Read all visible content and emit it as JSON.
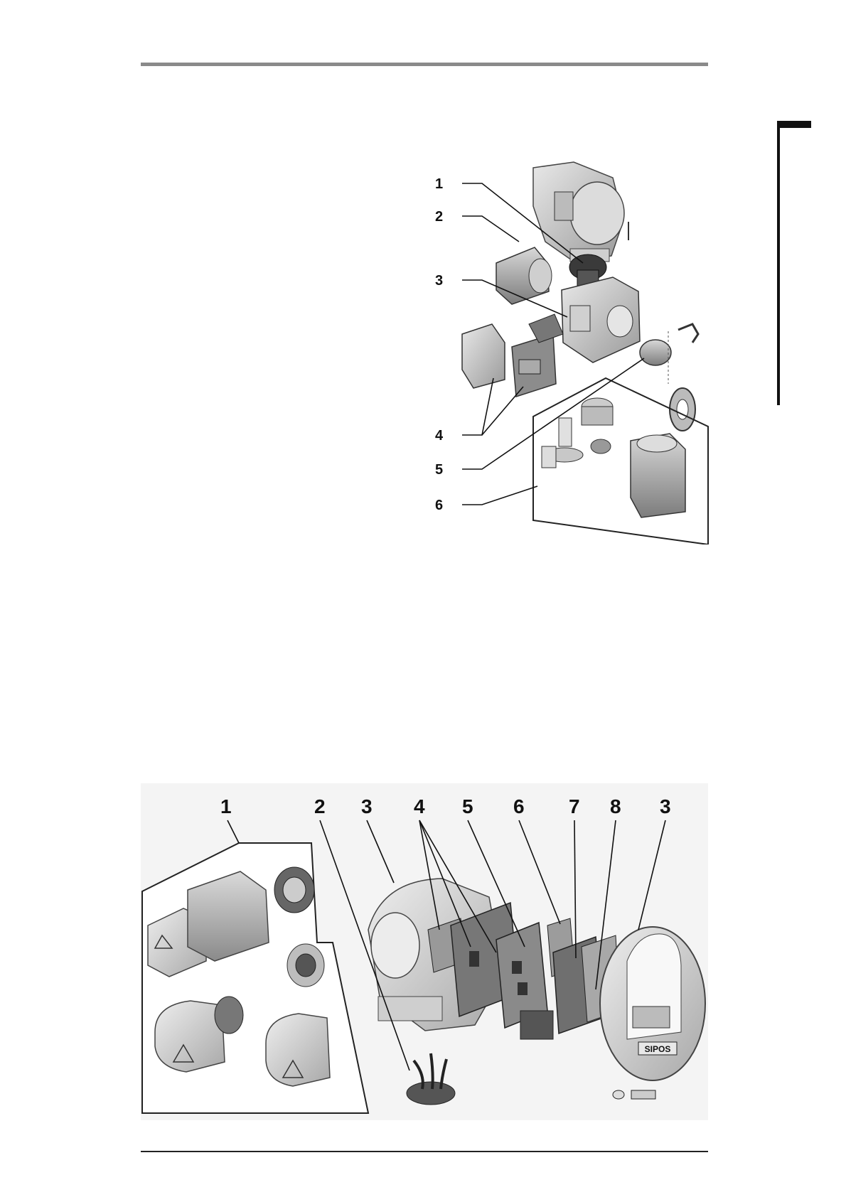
{
  "figure_top": {
    "callouts": [
      "1",
      "2",
      "3",
      "4",
      "5",
      "6"
    ]
  },
  "figure_bottom": {
    "callouts": [
      "1",
      "2",
      "3",
      "4",
      "5",
      "6",
      "7",
      "8",
      "3"
    ],
    "brand_plate": "SIPOS"
  }
}
